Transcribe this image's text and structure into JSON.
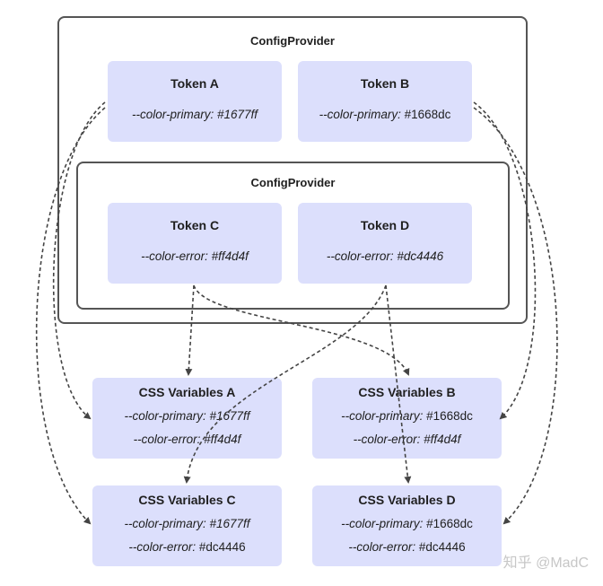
{
  "outer_provider": {
    "title": "ConfigProvider"
  },
  "inner_provider": {
    "title": "ConfigProvider"
  },
  "tokens": {
    "a": {
      "title": "Token A",
      "prop": "--color-primary:",
      "value": "#1677ff"
    },
    "b": {
      "title": "Token B",
      "prop": "--color-primary:",
      "value": "#1668dc"
    },
    "c": {
      "title": "Token C",
      "prop": "--color-error:",
      "value": "#ff4d4f"
    },
    "d": {
      "title": "Token D",
      "prop": "--color-error:",
      "value": "#dc4446"
    }
  },
  "css_vars": {
    "a": {
      "title": "CSS Variables A",
      "line1_prop": "--color-primary:",
      "line1_value": "#1677ff",
      "line2_prop": "--color-error:",
      "line2_value": "#ff4d4f"
    },
    "b": {
      "title": "CSS Variables B",
      "line1_prop": "--color-primary:",
      "line1_value": "#1668dc",
      "line2_prop": "--color-error:",
      "line2_value": "#ff4d4f"
    },
    "c": {
      "title": "CSS Variables C",
      "line1_prop": "--color-primary:",
      "line1_value": "#1677ff",
      "line2_prop": "--color-error:",
      "line2_value": "#dc4446"
    },
    "d": {
      "title": "CSS Variables D",
      "line1_prop": "--color-primary:",
      "line1_value": "#1668dc",
      "line2_prop": "--color-error:",
      "line2_value": "#dc4446"
    }
  },
  "watermark": "知乎 @MadC",
  "colors": {
    "box_fill": "#dcdffc",
    "frame_stroke": "#555555",
    "arrow": "#444444"
  }
}
